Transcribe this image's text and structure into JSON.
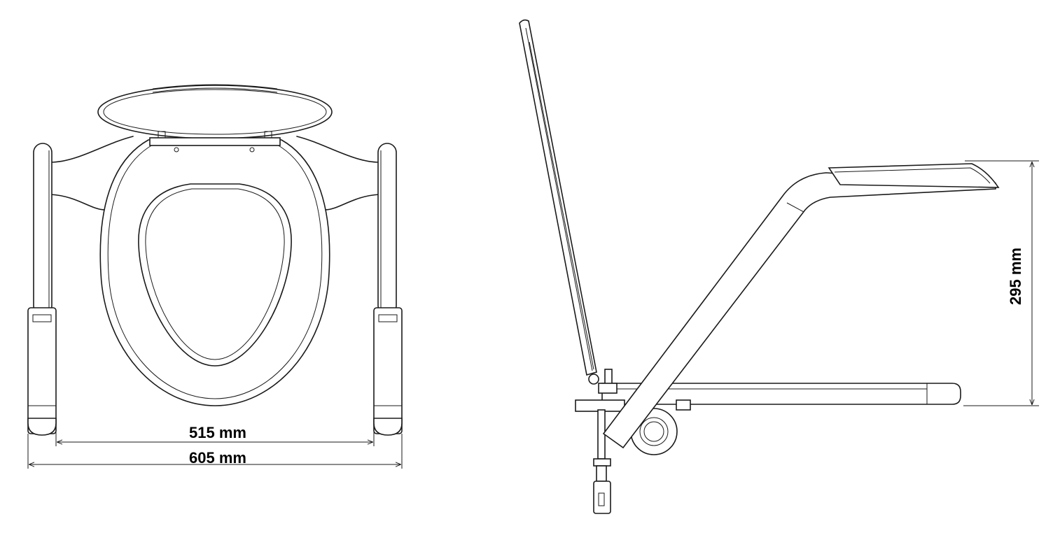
{
  "dimensions": {
    "inner_width": "515 mm",
    "outer_width": "605 mm",
    "height": "295 mm"
  }
}
